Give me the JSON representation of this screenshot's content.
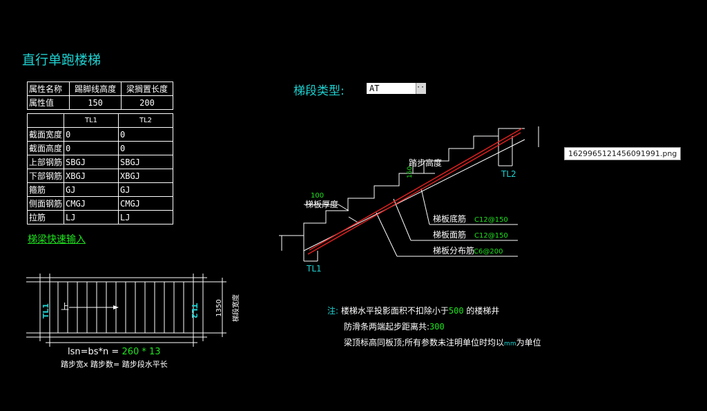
{
  "page_title": "直行单跑楼梯",
  "attr_table": {
    "header": [
      "属性名称",
      "踢脚线高度",
      "梁搁置长度"
    ],
    "row_label": "属性值",
    "values": [
      "150",
      "200"
    ]
  },
  "beam_table": {
    "columns": [
      "TL1",
      "TL2"
    ],
    "rows": [
      {
        "label": "截面宽度",
        "tl1": "0",
        "tl2": "0"
      },
      {
        "label": "截面高度",
        "tl1": "0",
        "tl2": "0"
      },
      {
        "label": "上部钢筋",
        "tl1": "SBGJ",
        "tl2": "SBGJ"
      },
      {
        "label": "下部钢筋",
        "tl1": "XBGJ",
        "tl2": "XBGJ"
      },
      {
        "label": "箍筋",
        "tl1": "GJ",
        "tl2": "GJ"
      },
      {
        "label": "侧面钢筋",
        "tl1": "CMGJ",
        "tl2": "CMGJ"
      },
      {
        "label": "拉筋",
        "tl1": "LJ",
        "tl2": "LJ"
      }
    ]
  },
  "quick_input_link": "梯梁快速输入",
  "segment_type": {
    "label": "梯段类型:",
    "value": "AT",
    "button": "···"
  },
  "tooltip": "1629965121456091991.png",
  "plan": {
    "up_label": "上",
    "tl1": "TL1",
    "tl2": "TL2",
    "width_value": "1350",
    "width_label": "梯段宽度",
    "formula_prefix": "lsn=bs*n = ",
    "formula_values": "260 * 13",
    "formula_caption": "踏步宽x 踏步数= 踏步段水平长"
  },
  "section": {
    "tread_height_label": "踏步高度",
    "tread_height_value": "150",
    "thickness_value": "100",
    "thickness_label": "梯板厚度",
    "tl1": "TL1",
    "tl2": "TL2",
    "rebars": [
      {
        "label": "梯板底筋",
        "value": "C12@150"
      },
      {
        "label": "梯板面筋",
        "value": "C12@150"
      },
      {
        "label": "梯板分布筋",
        "value": "C6@200"
      }
    ]
  },
  "notes": {
    "prefix": "注:",
    "line1_a": "楼梯水平投影面积不扣除小于",
    "line1_value": "500",
    "line1_b": " 的楼梯井",
    "line2_a": "防滑条两端起步距离共:",
    "line2_value": "300",
    "line3_a": "梁顶标高同板顶;所有参数未注明单位时均以",
    "line3_unit": "mm",
    "line3_b": "为单位"
  },
  "colors": {
    "cyan": "#1fd0d0",
    "green": "#1fe31f",
    "red": "#e02020",
    "white": "#ffffff",
    "background": "#000000"
  }
}
